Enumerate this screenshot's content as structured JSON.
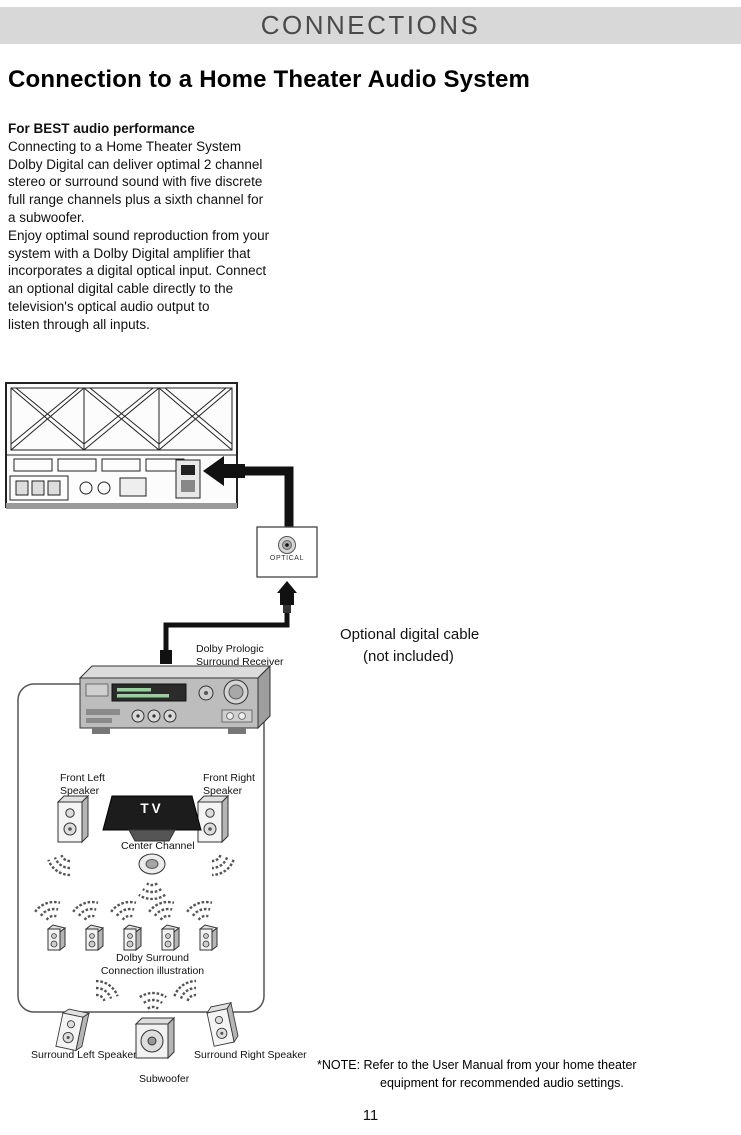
{
  "page": {
    "header": "CONNECTIONS",
    "title": "Connection to a Home Theater Audio System",
    "page_number": "11"
  },
  "intro": {
    "heading": "For BEST audio performance",
    "body": "Connecting to a Home Theater System\nDolby Digital can deliver optimal 2 channel\nstereo or surround sound with five discrete\nfull range channels plus a sixth channel for\na subwoofer.\nEnjoy optimal sound reproduction from your\nsystem with a Dolby Digital amplifier that\nincorporates a digital optical input. Connect\nan optional digital cable directly to the\ntelevision's optical audio output to\nlisten through all inputs."
  },
  "diagram": {
    "optical_port_label": "OPTICAL",
    "receiver_label": "Dolby Prologic\nSurround Receiver",
    "cable_label": "Optional digital cable",
    "cable_sublabel": "(not included)",
    "tv_label": "TV",
    "front_left_label": "Front Left\nSpeaker",
    "front_right_label": "Front Right\nSpeaker",
    "center_label": "Center Channel",
    "surround_caption": "Dolby Surround\nConnection illustration",
    "surround_left_label": "Surround Left Speaker",
    "subwoofer_label": "Subwoofer",
    "surround_right_label": "Surround Right Speaker"
  },
  "note": {
    "line1": "*NOTE: Refer to the User Manual from your home theater",
    "line2": "equipment for recommended audio settings."
  }
}
